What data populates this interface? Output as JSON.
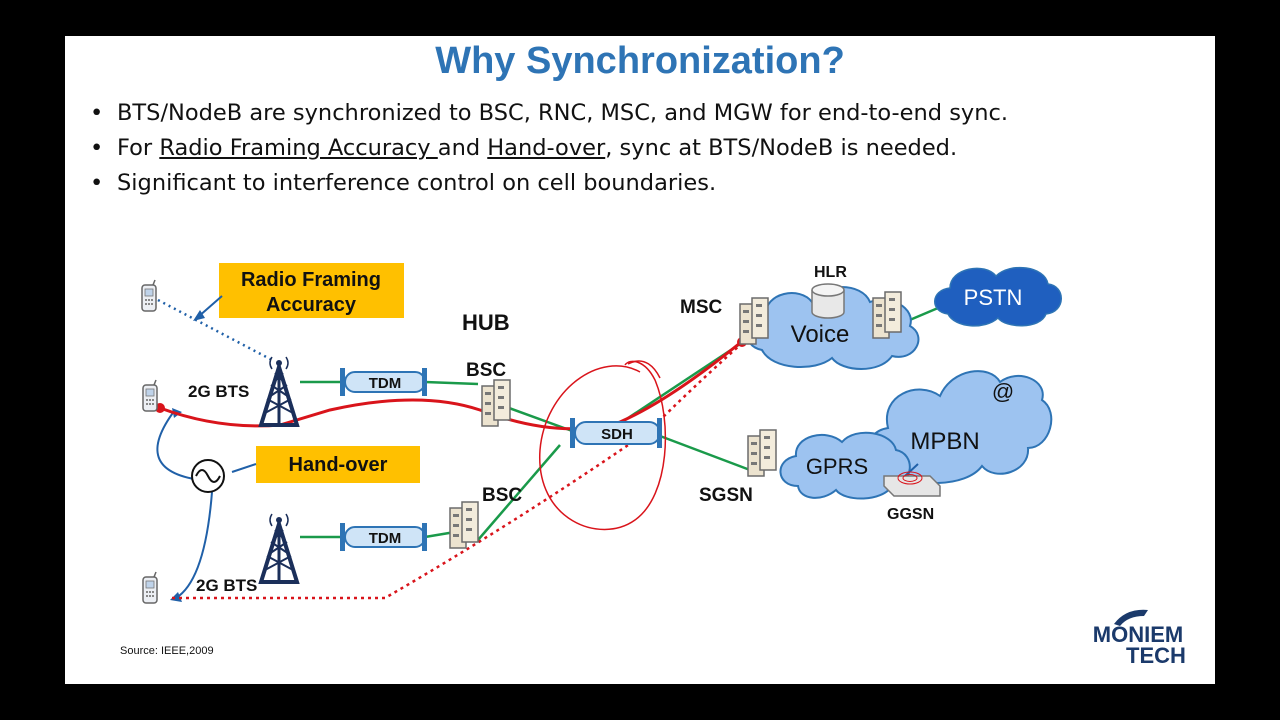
{
  "title": "Why Synchronization?",
  "bullets": [
    {
      "pre": "BTS/NodeB are synchronized to BSC, RNC, MSC, and MGW for end-to-end sync."
    },
    {
      "pre": "For ",
      "link1": "Radio Framing Accuracy ",
      "mid": "and ",
      "link2": "Hand-over",
      "post": ", sync at BTS/NodeB is needed."
    },
    {
      "pre": "Significant to interference control on cell boundaries."
    }
  ],
  "diagram": {
    "callout_radio_line1": "Radio Framing",
    "callout_radio_line2": "Accuracy",
    "callout_handover": "Hand-over",
    "hub": "HUB",
    "bts_top": "2G BTS",
    "bts_bottom": "2G BTS",
    "bsc_top": "BSC",
    "bsc_bottom": "BSC",
    "tdm_top": "TDM",
    "tdm_bottom": "TDM",
    "sdh": "SDH",
    "msc": "MSC",
    "hlr": "HLR",
    "voice": "Voice",
    "pstn": "PSTN",
    "sgsn": "SGSN",
    "gprs": "GPRS",
    "mpbn": "MPBN",
    "at": "@",
    "ggsn": "GGSN"
  },
  "colors": {
    "title": "#2e74b5",
    "callout_fill": "#ffc000",
    "cloud_fill": "#9dc3f0",
    "cloud_stroke": "#2e74b5",
    "pstn_fill": "#1f5fbf",
    "sync_red": "#d9141b",
    "link_green": "#1a9a4a",
    "wireless_blue": "#2060a8",
    "tower_navy": "#1b2f5a"
  },
  "source": "Source: IEEE,2009",
  "logo": {
    "line1": "MONIEM",
    "line2": "TECH"
  }
}
